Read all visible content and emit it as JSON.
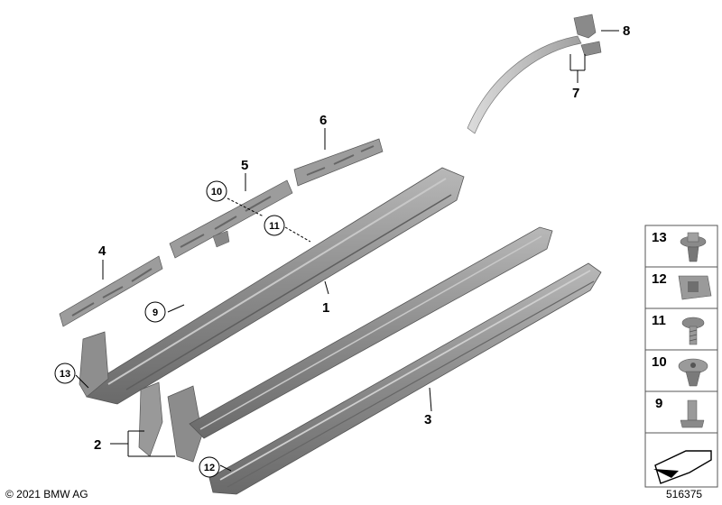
{
  "callouts": {
    "c1": "1",
    "c2": "2",
    "c3": "3",
    "c4": "4",
    "c5": "5",
    "c6": "6",
    "c7": "7",
    "c8": "8",
    "c9": "9",
    "c10": "10",
    "c11": "11",
    "c12": "12",
    "c13": "13"
  },
  "legend": {
    "items": [
      "13",
      "12",
      "11",
      "10",
      "9"
    ]
  },
  "footer": {
    "copyright": "© 2021 BMW AG",
    "diagram_number": "516375"
  },
  "colors": {
    "part_fill": "#9a9a9a",
    "part_dark": "#6f6f6f",
    "part_light": "#c4c4c4",
    "legend_border": "#555555"
  }
}
